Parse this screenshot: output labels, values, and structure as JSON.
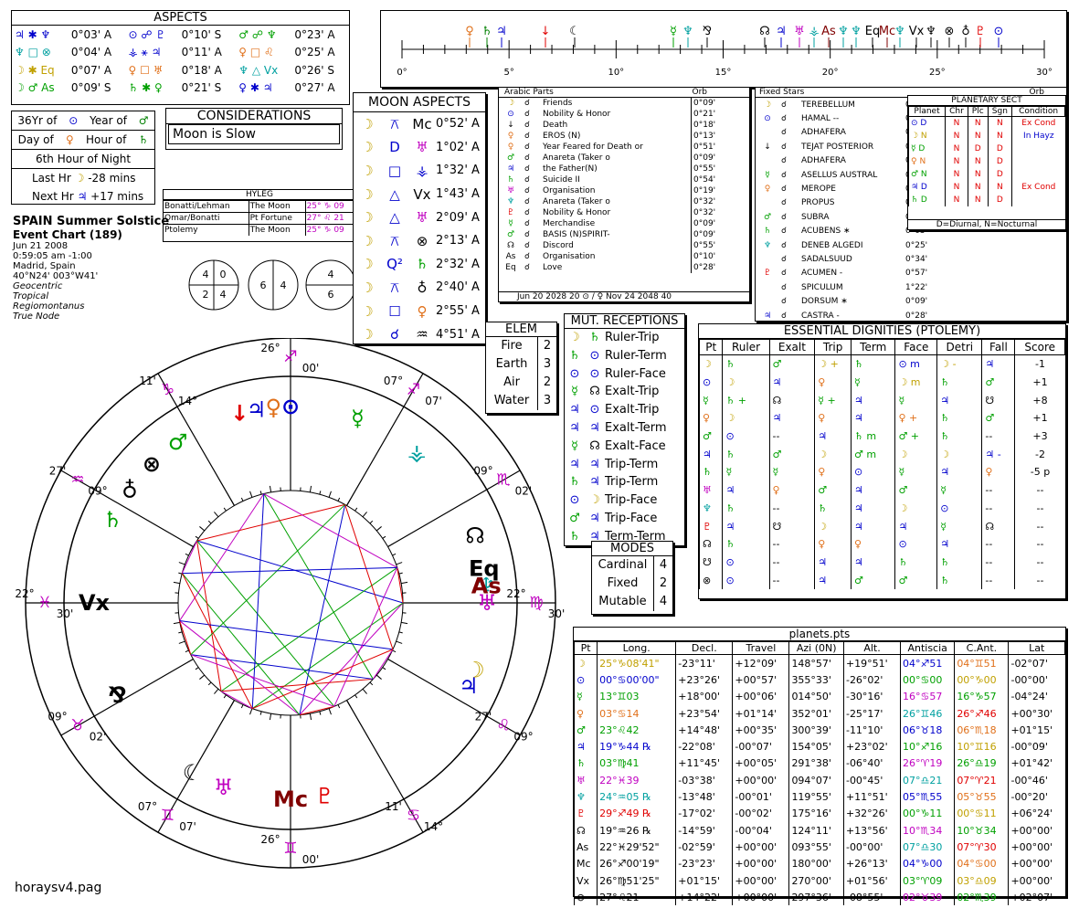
{
  "aspects": {
    "title": "ASPECTS",
    "rows": [
      [
        "♃ ✱ ♆",
        "0°03' A",
        "⊙ ☍ ♇",
        "0°10' S",
        "♂ ☍ ♆",
        "0°23' A"
      ],
      [
        "♆ □ ⊗",
        "0°04' A",
        "⚶ ⚹ ♃",
        "0°11' A",
        "♀ □ ♌",
        "0°25' A"
      ],
      [
        "☽ ✱ Eq",
        "0°07' A",
        "♀ ☐ ♅",
        "0°18' A",
        "♆ △ Vx",
        "0°26' S"
      ],
      [
        "☽ ♂ As",
        "0°09' S",
        "♄ ✱ ♀",
        "0°21' S",
        "♀ ✱ ♃",
        "0°27' A"
      ]
    ]
  },
  "time": {
    "rows": [
      [
        "36Yr of",
        "⊙",
        "Year of",
        "♂"
      ],
      [
        "Day of",
        "♀",
        "Hour of",
        "♄"
      ]
    ],
    "night": "6th Hour of Night",
    "last_hr_label": "Last Hr",
    "last_hr": "-28 mins",
    "next_hr_label": "Next Hr",
    "next_hr": "+17 mins"
  },
  "considerations": {
    "title": "CONSIDERATIONS",
    "text": "Moon is Slow"
  },
  "hyleg": {
    "title": "HYLEG",
    "rows": [
      [
        "Bonatti/Lehman",
        "The Moon",
        "25° ♑ 09"
      ],
      [
        "Omar/Bonatti",
        "Pt Fortune",
        "27° ♌ 21"
      ],
      [
        "Ptolemy",
        "The Moon",
        "25° ♑ 09"
      ]
    ]
  },
  "chart_info": {
    "title": "SPAIN Summer Solstice",
    "subtitle": "Event Chart (189)",
    "date": "Jun 21 2008",
    "time": "0:59:05 am  -1:00",
    "place": "Madrid, Spain",
    "coords": "40°N24' 003°W41'",
    "opt1": "Geocentric",
    "opt2": "Tropical",
    "opt3": "Regiomontanus",
    "opt4": "True Node",
    "footer": "horaysv4.pag"
  },
  "quads": [
    [
      "4",
      "0",
      "2",
      "4"
    ],
    [
      "6",
      "4"
    ],
    [
      "4",
      "6"
    ]
  ],
  "moon_aspects": {
    "title": "MOON ASPECTS",
    "rows": [
      [
        "☽",
        "⚻",
        "Mc",
        "0°52' A"
      ],
      [
        "☽",
        "D",
        "♅",
        "1°02' A"
      ],
      [
        "☽",
        "□",
        "⚶",
        "1°32' A"
      ],
      [
        "☽",
        "△",
        "Vx",
        "1°43' A"
      ],
      [
        "☽",
        "△",
        "♅",
        "2°09' A"
      ],
      [
        "☽",
        "⚻",
        "⊗",
        "2°13' A"
      ],
      [
        "☽",
        "Q²",
        "♄",
        "2°32' A"
      ],
      [
        "☽",
        "⚻",
        "♁",
        "2°40' A"
      ],
      [
        "☽",
        "☐",
        "♀",
        "2°55' A"
      ],
      [
        "☽",
        "☌",
        "♒",
        "4°51' A"
      ]
    ]
  },
  "arabic_parts": {
    "title": "Arabic Parts",
    "orb": "Orb",
    "rows": [
      [
        "Friends",
        "0°09'"
      ],
      [
        "Nobility & Honor",
        "0°21'"
      ],
      [
        "Death",
        "0°18'"
      ],
      [
        "EROS (N)",
        "0°13'"
      ],
      [
        "Year Feared for Death or",
        "0°51'"
      ],
      [
        "Anareta (Taker o",
        "0°09'"
      ],
      [
        "the Father(N)",
        "0°55'"
      ],
      [
        "Suicide II",
        "0°54'"
      ],
      [
        "Organisation",
        "0°19'"
      ],
      [
        "Anareta (Taker o",
        "0°32'"
      ],
      [
        "Nobility & Honor",
        "0°32'"
      ],
      [
        "Merchandise",
        "0°09'"
      ],
      [
        "BASIS (N)SPIRIT-",
        "0°09'"
      ],
      [
        "Discord",
        "0°55'"
      ],
      [
        "Organisation",
        "0°10'"
      ],
      [
        "Love",
        "0°28'"
      ]
    ],
    "footer": "Jun 20 2028  20  ⊙ / ♀  Nov 24 2048  40"
  },
  "fixed_stars": {
    "title": "Fixed Stars",
    "orb": "Orb",
    "rows": [
      [
        "TEREBELLUM",
        "0°04'"
      ],
      [
        "HAMAL --",
        "0°18'"
      ],
      [
        "ADHAFERA",
        "0°12'"
      ],
      [
        "TEJAT POSTERIOR",
        "0°07'"
      ],
      [
        "ADHAFERA",
        "0°02'"
      ],
      [
        "ASELLUS AUSTRAL",
        "0°19'"
      ],
      [
        "MEROPE",
        "0°32'"
      ],
      [
        "PROPUS",
        "0°36'"
      ],
      [
        "SUBRA",
        "0°18'"
      ],
      [
        "ACUBENS ∗",
        "0°05'"
      ],
      [
        "DENEB ALGEDI",
        "0°25'"
      ],
      [
        "SADALSUUD",
        "0°34'"
      ],
      [
        "ACUMEN -",
        "0°57'"
      ],
      [
        "SPICULUM",
        "1°22'"
      ],
      [
        "DORSUM ∗",
        "0°09'"
      ],
      [
        "CASTRA -",
        "0°28'"
      ]
    ]
  },
  "sect": {
    "title": "PLANETARY SECT",
    "headers": [
      "Planet",
      "Chr",
      "Plc",
      "Sgn",
      "Condition"
    ],
    "rows": [
      [
        "⊙",
        "D",
        "N",
        "N",
        "N",
        "Ex Cond"
      ],
      [
        "☽",
        "N",
        "N",
        "N",
        "N",
        "In Hayz"
      ],
      [
        "☿",
        "D",
        "N",
        "D",
        "D",
        ""
      ],
      [
        "♀",
        "N",
        "N",
        "N",
        "D",
        ""
      ],
      [
        "♂",
        "N",
        "N",
        "N",
        "D",
        ""
      ],
      [
        "♃",
        "D",
        "N",
        "N",
        "N",
        "Ex Cond"
      ],
      [
        "♄",
        "D",
        "N",
        "N",
        "D",
        ""
      ]
    ],
    "note": "D=Diurnal, N=Nocturnal"
  },
  "elem": {
    "title": "ELEM",
    "rows": [
      [
        "Fire",
        "2"
      ],
      [
        "Earth",
        "3"
      ],
      [
        "Air",
        "2"
      ],
      [
        "Water",
        "3"
      ]
    ]
  },
  "mutual": {
    "title": "MUT. RECEPTIONS",
    "rows": [
      [
        "☽",
        "♄",
        "Ruler-Trip"
      ],
      [
        "♄",
        "⊙",
        "Ruler-Term"
      ],
      [
        "⊙",
        "⊙",
        "Ruler-Face"
      ],
      [
        "☿",
        "☊",
        "Exalt-Trip"
      ],
      [
        "♃",
        "⊙",
        "Exalt-Trip"
      ],
      [
        "♃",
        "♃",
        "Exalt-Term"
      ],
      [
        "☿",
        "☊",
        "Exalt-Face"
      ],
      [
        "♃",
        "♃",
        "Trip-Term"
      ],
      [
        "♄",
        "♃",
        "Trip-Term"
      ],
      [
        "⊙",
        "☽",
        "Trip-Face"
      ],
      [
        "♂",
        "♃",
        "Trip-Face"
      ],
      [
        "♄",
        "♃",
        "Term-Term"
      ]
    ]
  },
  "modes": {
    "title": "MODES",
    "rows": [
      [
        "Cardinal",
        "4"
      ],
      [
        "Fixed",
        "2"
      ],
      [
        "Mutable",
        "4"
      ]
    ]
  },
  "dignities": {
    "title": "ESSENTIAL DIGNITIES (PTOLEMY)",
    "headers": [
      "Pt",
      "Ruler",
      "Exalt",
      "Trip",
      "Term",
      "Face",
      "Detri",
      "Fall",
      "Score"
    ],
    "rows": [
      [
        "☽",
        "♄",
        "♂",
        "☽ +",
        "♄",
        "⊙ m",
        "☽ -",
        "♃",
        "-1"
      ],
      [
        "⊙",
        "☽",
        "♃",
        "♀",
        "☿",
        "☽ m",
        "♄",
        "♂",
        "+1"
      ],
      [
        "☿",
        "♄ +",
        "☊",
        "☿ +",
        "♃",
        "☿",
        "♃",
        "☋",
        "+8"
      ],
      [
        "♀",
        "☽",
        "♃",
        "♀",
        "♃",
        "♀ +",
        "♄",
        "♂",
        "+1"
      ],
      [
        "♂",
        "⊙",
        "--",
        "♃",
        "♄ m",
        "♂ +",
        "♄",
        "--",
        "+3"
      ],
      [
        "♃",
        "♄",
        "♂",
        "☽",
        "♂ m",
        "☽",
        "☽",
        "♃ -",
        "-2"
      ],
      [
        "♄",
        "☿",
        "☿",
        "♀",
        "⊙",
        "☿",
        "♃",
        "♀",
        "-5 p"
      ],
      [
        "♅",
        "♃",
        "♀",
        "♂",
        "♃",
        "♂",
        "☿",
        "--",
        "--"
      ],
      [
        "♆",
        "♄",
        "--",
        "♄",
        "♃",
        "☽",
        "⊙",
        "--",
        "--"
      ],
      [
        "♇",
        "♃",
        "☋",
        "☽",
        "♃",
        "♃",
        "☿",
        "☊",
        "--"
      ],
      [
        "☊",
        "♄",
        "--",
        "♀",
        "♀",
        "⊙",
        "♃",
        "--",
        "--"
      ],
      [
        "☋",
        "⊙",
        "--",
        "♃",
        "♃",
        "♄",
        "♄",
        "--",
        "--"
      ],
      [
        "⊗",
        "⊙",
        "--",
        "♃",
        "♂",
        "♂",
        "♄",
        "--",
        "--"
      ]
    ]
  },
  "planets": {
    "title": "planets.pts",
    "headers": [
      "Pt",
      "Long.",
      "Decl.",
      "Travel",
      "Azi (0N)",
      "Alt.",
      "Antiscia",
      "C.Ant.",
      "Lat"
    ],
    "rows": [
      [
        "☽",
        "25°♑08'41\"",
        "-23°11'",
        "+12°09'",
        "148°57'",
        "+19°51'",
        "04°♐51",
        "04°♊51",
        "-02°07'"
      ],
      [
        "⊙",
        "00°♋00'00\"",
        "+23°26'",
        "+00°57'",
        "355°33'",
        "-26°02'",
        "00°♋00",
        "00°♑00",
        "-00°00'"
      ],
      [
        "☿",
        "13°♊03",
        "+18°00'",
        "+00°06'",
        "014°50'",
        "-30°16'",
        "16°♋57",
        "16°♑57",
        "-04°24'"
      ],
      [
        "♀",
        "03°♋14",
        "+23°54'",
        "+01°14'",
        "352°01'",
        "-25°17'",
        "26°♊46",
        "26°♐46",
        "+00°30'"
      ],
      [
        "♂",
        "23°♌42",
        "+14°48'",
        "+00°35'",
        "300°39'",
        "-11°10'",
        "06°♉18",
        "06°♏18",
        "+01°15'"
      ],
      [
        "♃",
        "19°♑44 ℞",
        "-22°08'",
        "-00°07'",
        "154°05'",
        "+23°02'",
        "10°♐16",
        "10°♊16",
        "-00°09'"
      ],
      [
        "♄",
        "03°♍41",
        "+11°45'",
        "+00°05'",
        "291°38'",
        "-06°40'",
        "26°♈19",
        "26°♎19",
        "+01°42'"
      ],
      [
        "♅",
        "22°♓39",
        "-03°38'",
        "+00°00'",
        "094°07'",
        "-00°45'",
        "07°♎21",
        "07°♈21",
        "-00°46'"
      ],
      [
        "♆",
        "24°♒05 ℞",
        "-13°48'",
        "-00°01'",
        "119°55'",
        "+11°51'",
        "05°♏55",
        "05°♉55",
        "-00°20'"
      ],
      [
        "♇",
        "29°♐49 ℞",
        "-17°02'",
        "-00°02'",
        "175°16'",
        "+32°26'",
        "00°♑11",
        "00°♋11",
        "+06°24'"
      ],
      [
        "☊",
        "19°♒26 ℞",
        "-14°59'",
        "-00°04'",
        "124°11'",
        "+13°56'",
        "10°♏34",
        "10°♉34",
        "+00°00'"
      ],
      [
        "As",
        "22°♓29'52\"",
        "-02°59'",
        "+00°00'",
        "093°55'",
        "-00°00'",
        "07°♎30",
        "07°♈30",
        "+00°00'"
      ],
      [
        "Mc",
        "26°♐00'19\"",
        "-23°23'",
        "+00°00'",
        "180°00'",
        "+26°13'",
        "04°♑00",
        "04°♋00",
        "+00°00'"
      ],
      [
        "Vx",
        "26°♍51'25\"",
        "+01°15'",
        "+00°00'",
        "270°00'",
        "+01°56'",
        "03°♈09",
        "03°♎09",
        "+00°00'"
      ],
      [
        "⊗",
        "27°♌21",
        "+14°22'",
        "+00°00'",
        "297°36'",
        "-08°55'",
        "02°♉39",
        "02°♏39",
        "+02°07'"
      ]
    ]
  },
  "ruler": {
    "ticks": [
      "0°",
      "5°",
      "10°",
      "15°",
      "20°",
      "25°",
      "30°"
    ],
    "glyphs": [
      {
        "g": "♀",
        "c": "#e0701a"
      },
      {
        "g": "♄",
        "c": "#008000"
      },
      {
        "g": "♃",
        "c": "#0000cc"
      },
      {
        "g": "↓",
        "c": "#e00000"
      },
      {
        "g": "☾",
        "c": "#000"
      },
      {
        "g": "☿",
        "c": "#00a000"
      },
      {
        "g": "♆",
        "c": "#00a0a0"
      },
      {
        "g": "⅋",
        "c": "#000"
      },
      {
        "g": "☊",
        "c": "#000"
      },
      {
        "g": "♃",
        "c": "#0000cc"
      },
      {
        "g": "♅",
        "c": "#c000c0"
      },
      {
        "g": "⚶",
        "c": "#00a0a0"
      },
      {
        "g": "As",
        "c": "#800000"
      },
      {
        "g": "♆",
        "c": "#00a0a0"
      },
      {
        "g": "♆",
        "c": "#00a0a0"
      },
      {
        "g": "Eq",
        "c": "#000"
      },
      {
        "g": "Mc",
        "c": "#800000"
      },
      {
        "g": "♆",
        "c": "#00a0a0"
      },
      {
        "g": "Vx",
        "c": "#000"
      },
      {
        "g": "♆",
        "c": "#000"
      },
      {
        "g": "⊗",
        "c": "#000"
      },
      {
        "g": "♁",
        "c": "#000"
      },
      {
        "g": "♇",
        "c": "#e00000"
      },
      {
        "g": "⊙",
        "c": "#0000cc"
      }
    ]
  },
  "wheel": {
    "cusps": [
      {
        "t": "26°",
        "s": "♐",
        "m": "00'"
      },
      {
        "t": "07°",
        "s": "♐",
        "m": "07'"
      },
      {
        "t": "09°",
        "s": "♏",
        "m": "02'"
      },
      {
        "t": "22°",
        "s": "♍",
        "m": "30'"
      },
      {
        "t": "27'",
        "s": "♌",
        "m": "09°"
      },
      {
        "t": "11'",
        "s": "♋",
        "m": "14°"
      },
      {
        "t": "26°",
        "s": "♊",
        "m": "00'"
      },
      {
        "t": "07°",
        "s": "♊",
        "m": "07'"
      },
      {
        "t": "09°",
        "s": "♉",
        "m": "02'"
      },
      {
        "t": "22°",
        "s": "♓",
        "m": "30'"
      },
      {
        "t": "27'",
        "s": "♒",
        "m": "09°"
      },
      {
        "t": "11'",
        "s": "♑",
        "m": "14°"
      }
    ]
  },
  "colors": {
    "blue": "#0000cc",
    "red": "#e00000",
    "green": "#00a000",
    "magenta": "#c000c0",
    "orange": "#e0701a",
    "teal": "#00a0a0",
    "maroon": "#800000"
  }
}
